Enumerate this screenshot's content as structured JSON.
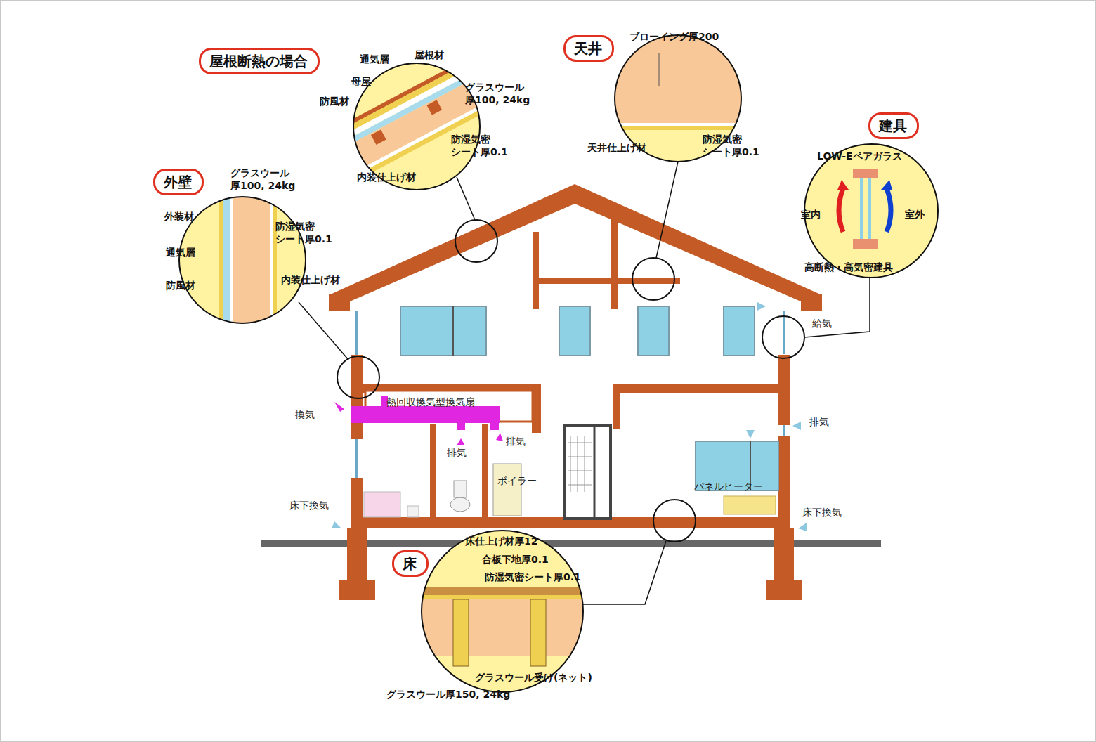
{
  "diagram": {
    "nodes": [
      {
        "text": [
          "屋根断熱の場合"
        ]
      },
      {
        "text": [
          "天井"
        ]
      },
      {
        "text": [
          "建具"
        ]
      },
      {
        "text": [
          "外壁"
        ]
      },
      {
        "text": [
          "床"
        ]
      }
    ],
    "labels": [
      "通気層",
      "屋根材",
      "母屋",
      "防風材",
      "グラスウール 厚100, 24kg",
      "防湿気密 シート厚0.1",
      "内装仕上げ材",
      "ブローイング厚200",
      "天井仕上げ材",
      "防湿気密 シート厚0.1",
      "LOW-Eペアガラス",
      "室内",
      "室外",
      "高断熱・高気密建具",
      "グラスウール 厚100, 24kg",
      "外装材",
      "通気層",
      "防風材",
      "防湿気密 シート厚0.1",
      "内装仕上げ材",
      "給気",
      "換気",
      "熱回収換気型換気扇",
      "排気",
      "排気",
      "排気",
      "ボイラー",
      "パネルヒーター",
      "床下換気",
      "床下換気",
      "床仕上げ材厚12",
      "合板下地厚0.1",
      "防湿気密シート厚0.1",
      "グラスウール受け(ネット)",
      "グラスウール厚150, 24kg"
    ]
  }
}
